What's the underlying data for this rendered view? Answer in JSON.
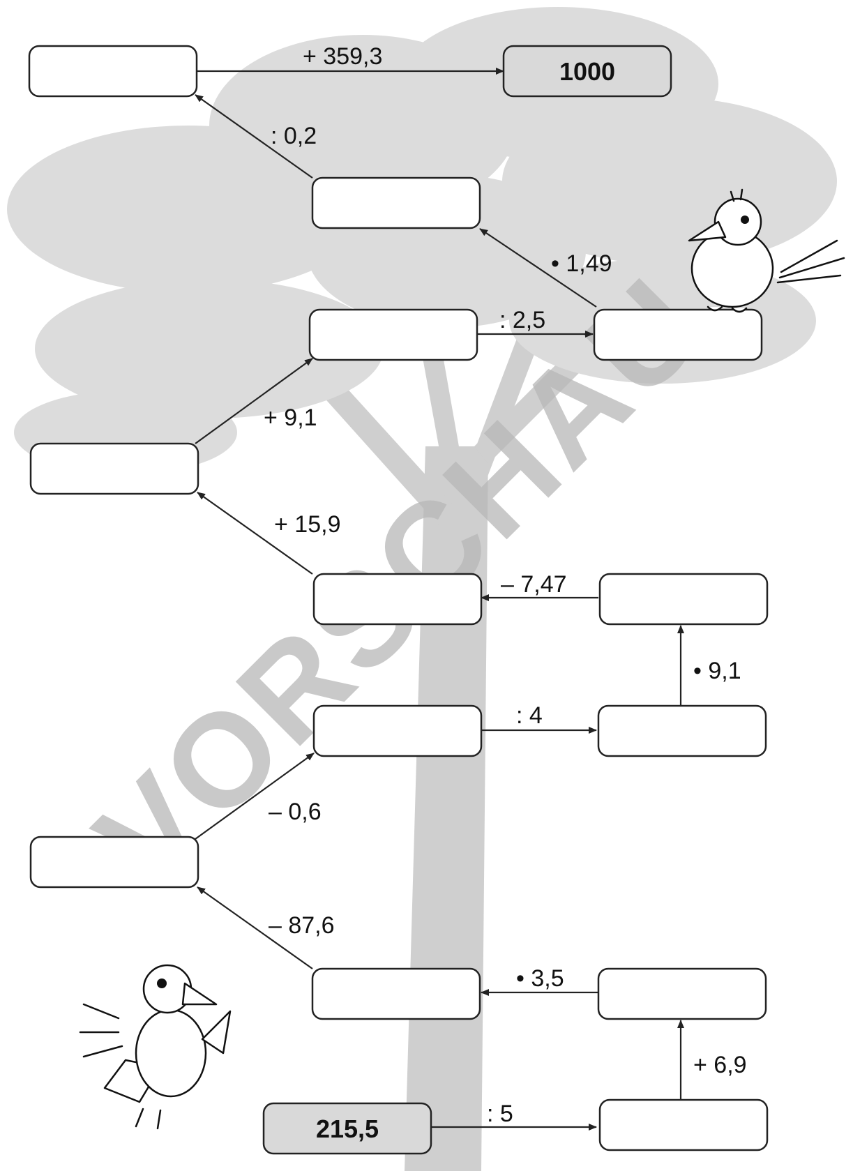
{
  "watermark": "VORSCHAU",
  "colors": {
    "given_fill": "#d9d9d9",
    "tree_gray": "#dcdcdc",
    "watermark_gray": "#b8b8b8",
    "ink": "#222222"
  },
  "boxes": [
    {
      "id": "top-left",
      "value": ""
    },
    {
      "id": "goal",
      "value": "1000",
      "given": true
    },
    {
      "id": "upper-mid",
      "value": ""
    },
    {
      "id": "mid-a",
      "value": ""
    },
    {
      "id": "right-bird",
      "value": ""
    },
    {
      "id": "left-upper",
      "value": ""
    },
    {
      "id": "mid-b",
      "value": ""
    },
    {
      "id": "right-b",
      "value": ""
    },
    {
      "id": "mid-c",
      "value": ""
    },
    {
      "id": "right-c",
      "value": ""
    },
    {
      "id": "left-lower",
      "value": ""
    },
    {
      "id": "mid-d",
      "value": ""
    },
    {
      "id": "right-d",
      "value": ""
    },
    {
      "id": "start",
      "value": "215,5",
      "given": true
    },
    {
      "id": "right-e",
      "value": ""
    }
  ],
  "operations": [
    {
      "from": "top-left",
      "to": "goal",
      "label": "+ 359,3"
    },
    {
      "from": "upper-mid",
      "to": "top-left",
      "label": ": 0,2"
    },
    {
      "from": "right-bird",
      "to": "upper-mid",
      "label": "• 1,49"
    },
    {
      "from": "mid-a",
      "to": "right-bird",
      "label": ": 2,5"
    },
    {
      "from": "left-upper",
      "to": "mid-a",
      "label": "+ 9,1"
    },
    {
      "from": "mid-b",
      "to": "left-upper",
      "label": "+ 15,9"
    },
    {
      "from": "right-b",
      "to": "mid-b",
      "label": "– 7,47"
    },
    {
      "from": "right-c",
      "to": "right-b",
      "label": "• 9,1"
    },
    {
      "from": "mid-c",
      "to": "right-c",
      "label": ": 4"
    },
    {
      "from": "left-lower",
      "to": "mid-c",
      "label": "– 0,6"
    },
    {
      "from": "mid-d",
      "to": "left-lower",
      "label": "– 87,6"
    },
    {
      "from": "right-d",
      "to": "mid-d",
      "label": "• 3,5"
    },
    {
      "from": "right-e",
      "to": "right-d",
      "label": "+ 6,9"
    },
    {
      "from": "start",
      "to": "right-e",
      "label": ": 5"
    }
  ]
}
